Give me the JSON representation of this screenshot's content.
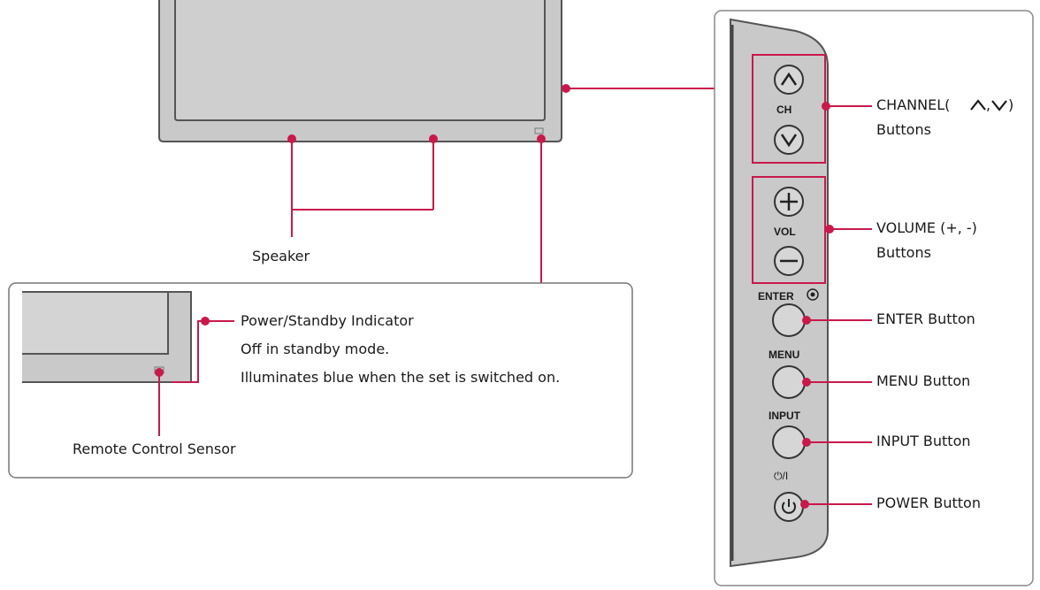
{
  "colors": {
    "accent": "#c8194b",
    "panel": "#c9c9c9",
    "outline": "#555555"
  },
  "labels": {
    "speaker": "Speaker",
    "power_indicator": "Power/Standby Indicator",
    "off_standby": "Off in standby mode.",
    "illuminates": "Illuminates blue when the set is switched on.",
    "remote_sensor": "Remote Control Sensor",
    "channel_line1": "CHANNEL(",
    "channel_line2": "Buttons",
    "volume_line1": "VOLUME (+, -)",
    "volume_line2": "Buttons",
    "enter": "ENTER Button",
    "menu": "MENU Button",
    "input": "INPUT Button",
    "power": "POWER Button"
  },
  "panel_text": {
    "ch": "CH",
    "vol": "VOL",
    "enter": "ENTER",
    "menu": "MENU",
    "input": "INPUT",
    "power_symbol": "⏻/I"
  },
  "icons": [
    "chevron-up-icon",
    "chevron-down-icon",
    "plus-icon",
    "minus-icon",
    "target-icon",
    "power-icon"
  ]
}
